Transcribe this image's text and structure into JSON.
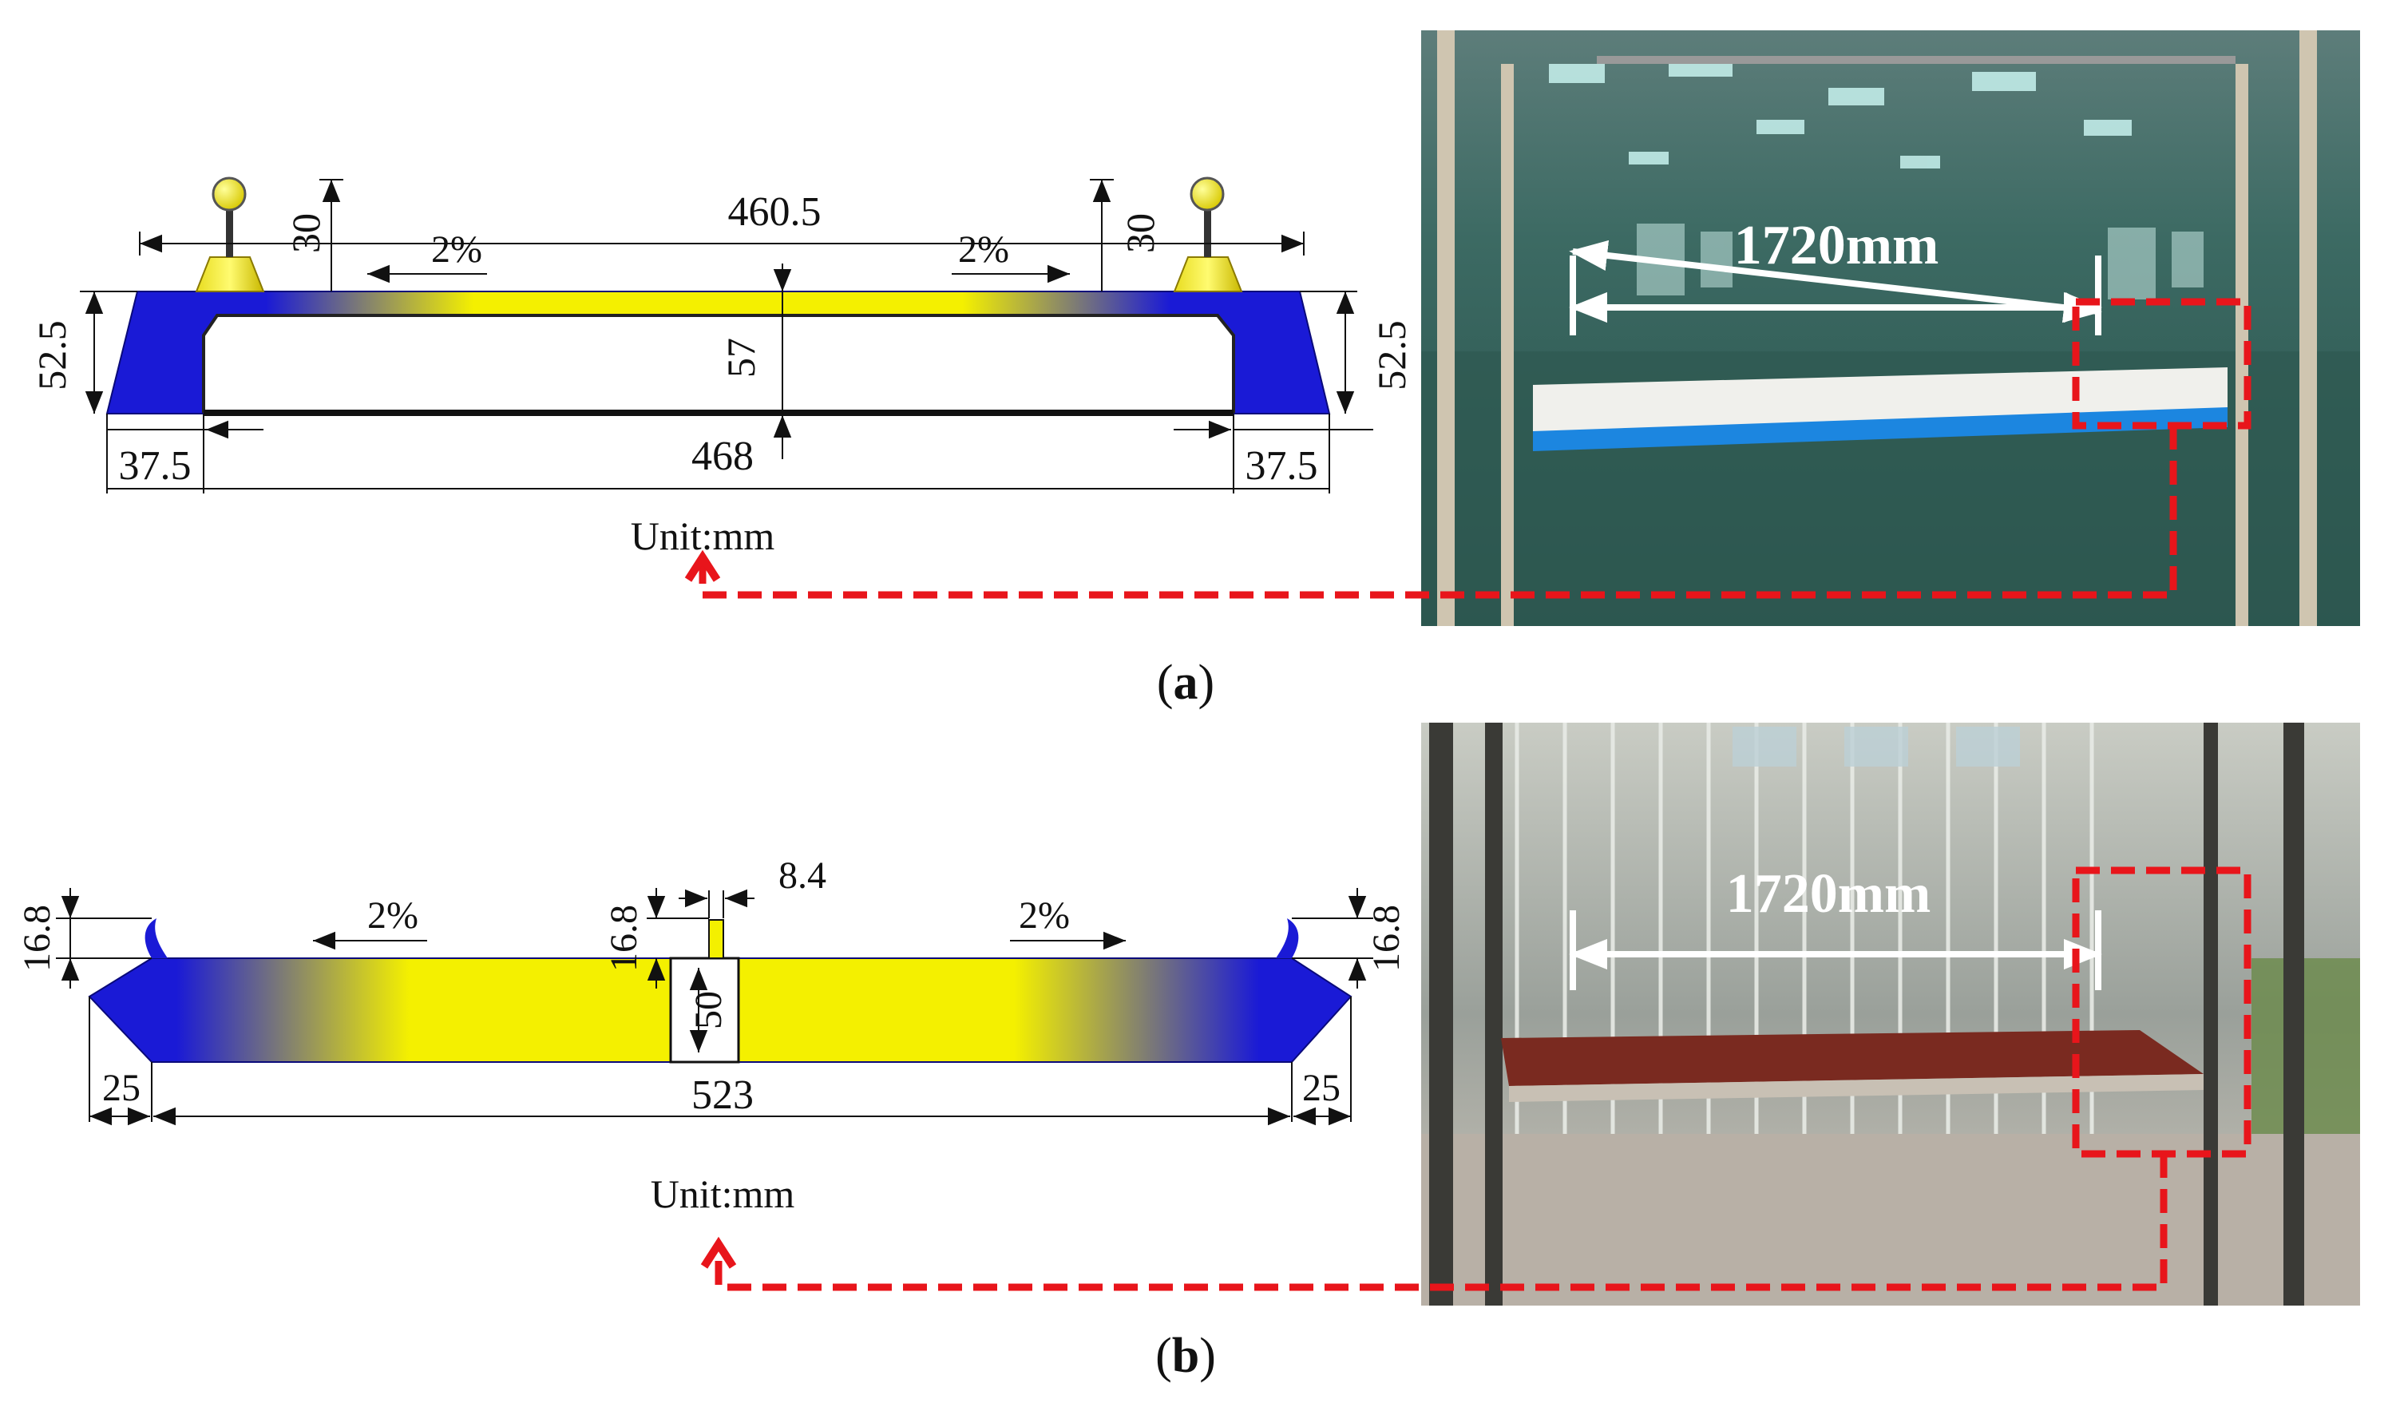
{
  "panel_a": {
    "caption_open": "(",
    "caption_letter": "a",
    "caption_close": ")",
    "dims": {
      "top_span": "460.5",
      "bottom_span": "468",
      "left_height": "52.5",
      "right_height": "52.5",
      "left_post": "30",
      "right_post": "30",
      "center_depth": "57",
      "left_edge": "37.5",
      "right_edge": "37.5",
      "slope_left": "2%",
      "slope_right": "2%"
    },
    "unit": "Unit:mm",
    "photo_span": "1720mm"
  },
  "panel_b": {
    "caption_open": "(",
    "caption_letter": "b",
    "caption_close": ")",
    "dims": {
      "left_lip": "16.8",
      "right_lip": "16.8",
      "slot_lip": "16.8",
      "slot_width": "8.4",
      "slot_depth": "50",
      "span": "523",
      "left_edge": "25",
      "right_edge": "25",
      "slope_left": "2%",
      "slope_right": "2%"
    },
    "unit": "Unit:mm",
    "photo_span": "1720mm"
  },
  "colors": {
    "deck_blue": "#1a1ad6",
    "deck_yellow": "#f4f000",
    "callout_red": "#e8151b",
    "photo_a_floor": "#2f5a52",
    "photo_b_floor": "#a89e92"
  }
}
